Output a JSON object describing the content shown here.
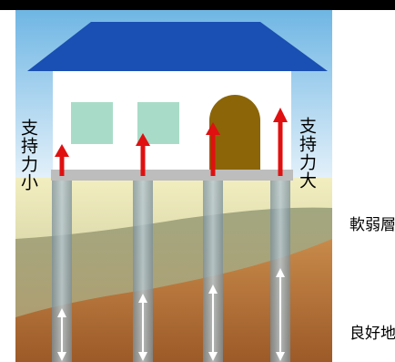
{
  "labels": {
    "small_support": "支持力小",
    "large_support": "支持力大",
    "soft_ground": "軟弱層",
    "good_ground": "良好地盤"
  },
  "colors": {
    "roof": "#1a4fb3",
    "wall": "#ffffff",
    "window": "#a8dcc8",
    "door": "#8b6508",
    "arrow": "#e01010",
    "pile": "#8aa0aa",
    "soft_layer": "#b8b896",
    "good_layer": "#b87844"
  }
}
